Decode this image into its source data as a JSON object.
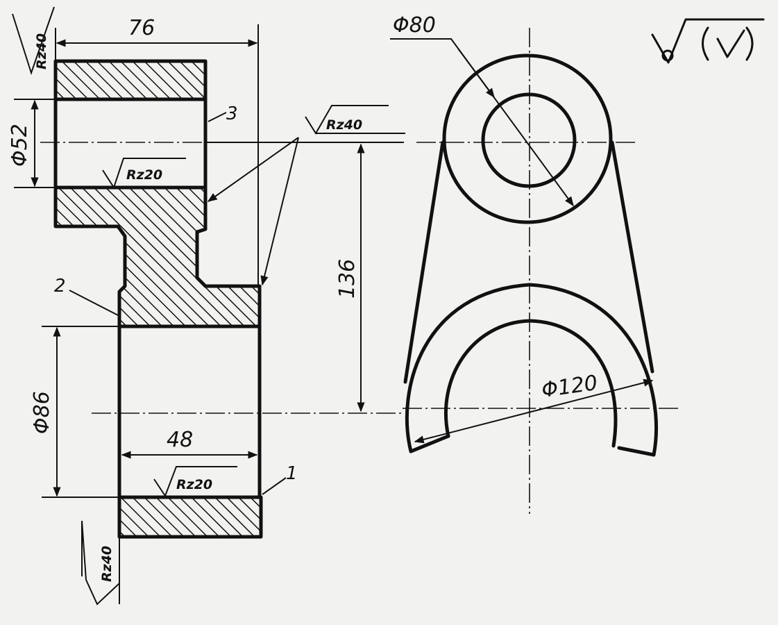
{
  "dimensions": {
    "width_top": "76",
    "dia_bore_small": "Φ52",
    "dia_bore_large": "Φ86",
    "width_bottom": "48",
    "center_distance": "136",
    "dia_small_circle": "Φ80",
    "dia_large_arc": "Φ120"
  },
  "roughness": {
    "left_top": "Rz40",
    "bore_small": "Rz20",
    "right_faces": "Rz40",
    "bore_large": "Rz20",
    "left_bottom": "Rz40"
  },
  "callouts": {
    "surface_1": "1",
    "surface_2": "2",
    "surface_3": "3"
  }
}
